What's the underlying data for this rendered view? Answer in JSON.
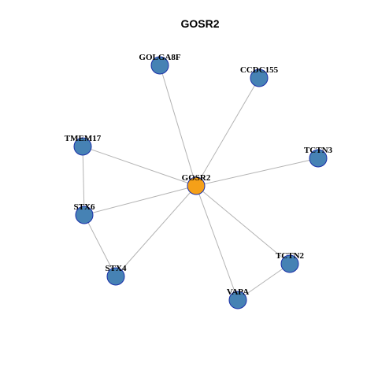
{
  "title": "GOSR2",
  "colors": {
    "hub": "#f5a018",
    "node": "#4682b4",
    "node_border": "#1a2fa8",
    "edge": "#b3b3b3"
  },
  "nodes": [
    {
      "id": "GOSR2",
      "label": "GOSR2",
      "hub": true
    },
    {
      "id": "GOLGA8F",
      "label": "GOLGA8F"
    },
    {
      "id": "CCDC155",
      "label": "CCDC155"
    },
    {
      "id": "TMEM17",
      "label": "TMEM17"
    },
    {
      "id": "TCTN3",
      "label": "TCTN3"
    },
    {
      "id": "STX6",
      "label": "STX6"
    },
    {
      "id": "STX4",
      "label": "STX4"
    },
    {
      "id": "TCTN2",
      "label": "TCTN2"
    },
    {
      "id": "VAPA",
      "label": "VAPA"
    }
  ],
  "edges": [
    [
      "GOSR2",
      "GOLGA8F"
    ],
    [
      "GOSR2",
      "CCDC155"
    ],
    [
      "GOSR2",
      "TMEM17"
    ],
    [
      "GOSR2",
      "TCTN3"
    ],
    [
      "GOSR2",
      "STX6"
    ],
    [
      "GOSR2",
      "STX4"
    ],
    [
      "GOSR2",
      "TCTN2"
    ],
    [
      "GOSR2",
      "VAPA"
    ],
    [
      "TMEM17",
      "STX6"
    ],
    [
      "STX6",
      "STX4"
    ],
    [
      "TCTN2",
      "VAPA"
    ]
  ]
}
